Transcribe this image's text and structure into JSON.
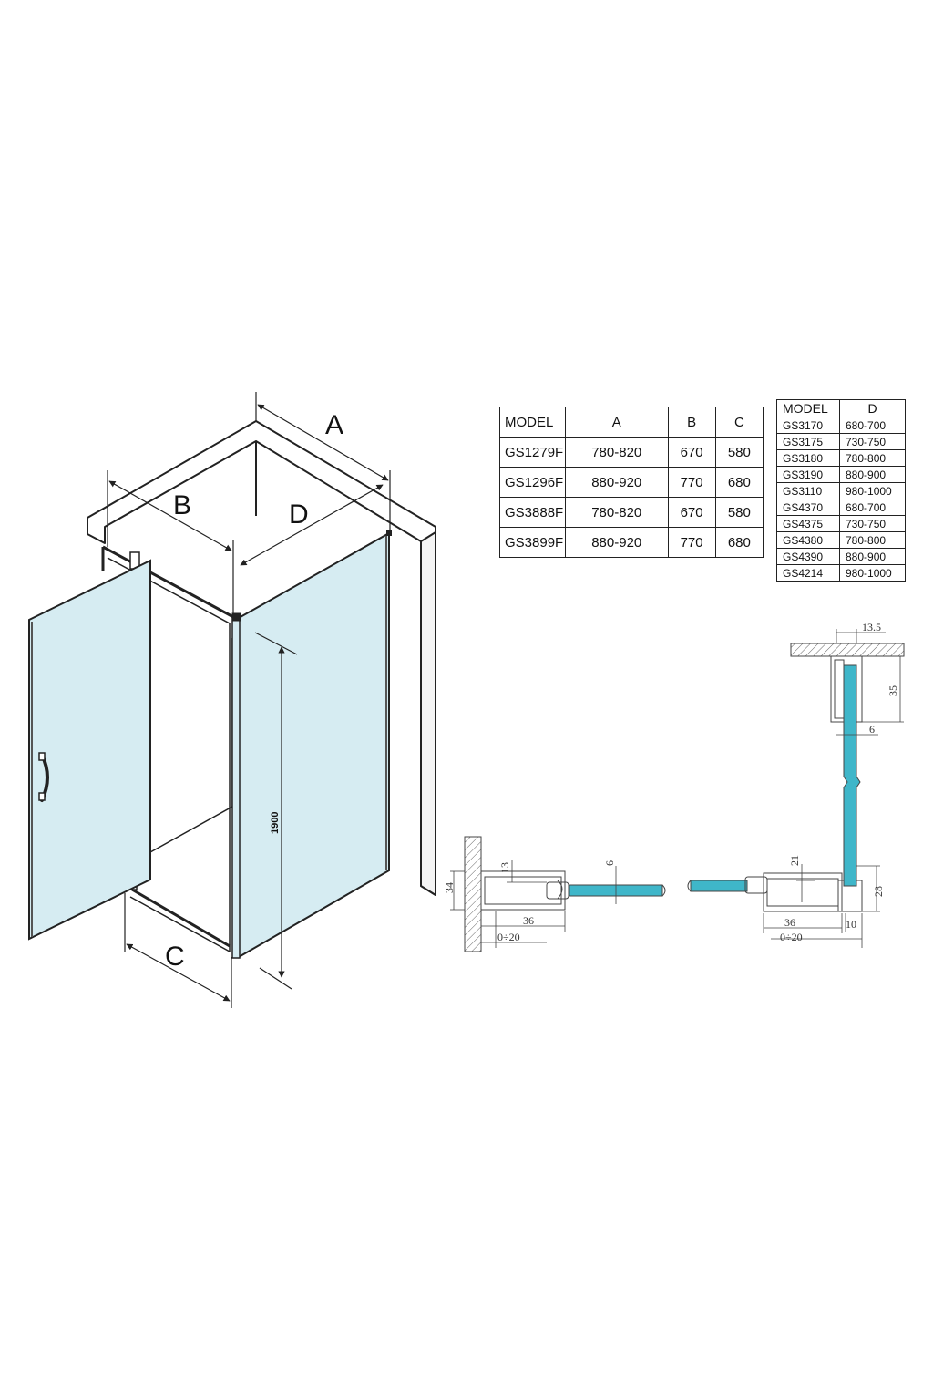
{
  "labels": {
    "A": "A",
    "B": "B",
    "C": "C",
    "D": "D",
    "height": "1900"
  },
  "table_main": {
    "headers": [
      "MODEL",
      "A",
      "B",
      "C"
    ],
    "rows": [
      [
        "GS1279F",
        "780-820",
        "670",
        "580"
      ],
      [
        "GS1296F",
        "880-920",
        "770",
        "680"
      ],
      [
        "GS3888F",
        "780-820",
        "670",
        "580"
      ],
      [
        "GS3899F",
        "880-920",
        "770",
        "680"
      ]
    ]
  },
  "table_d": {
    "headers": [
      "MODEL",
      "D"
    ],
    "rows": [
      [
        "GS3170",
        "680-700"
      ],
      [
        "GS3175",
        "730-750"
      ],
      [
        "GS3180",
        "780-800"
      ],
      [
        "GS3190",
        "880-900"
      ],
      [
        "GS3110",
        "980-1000"
      ],
      [
        "GS4370",
        "680-700"
      ],
      [
        "GS4375",
        "730-750"
      ],
      [
        "GS4380",
        "780-800"
      ],
      [
        "GS4390",
        "880-900"
      ],
      [
        "GS4214",
        "980-1000"
      ]
    ]
  },
  "profile_dims": {
    "left": {
      "d34": "34",
      "d13": "13",
      "d36": "36",
      "d0_20": "0÷20",
      "d6": "6"
    },
    "right": {
      "d21": "21",
      "d28": "28",
      "d36": "36",
      "d0_20": "0÷20",
      "d10": "10"
    },
    "vertical": {
      "d13_5": "13.5",
      "d35": "35",
      "d6": "6"
    }
  },
  "colors": {
    "glass": "#d6ecf2",
    "glass_section": "#3fb6c9",
    "line": "#222222",
    "wall_fill": "#eeeeee"
  }
}
